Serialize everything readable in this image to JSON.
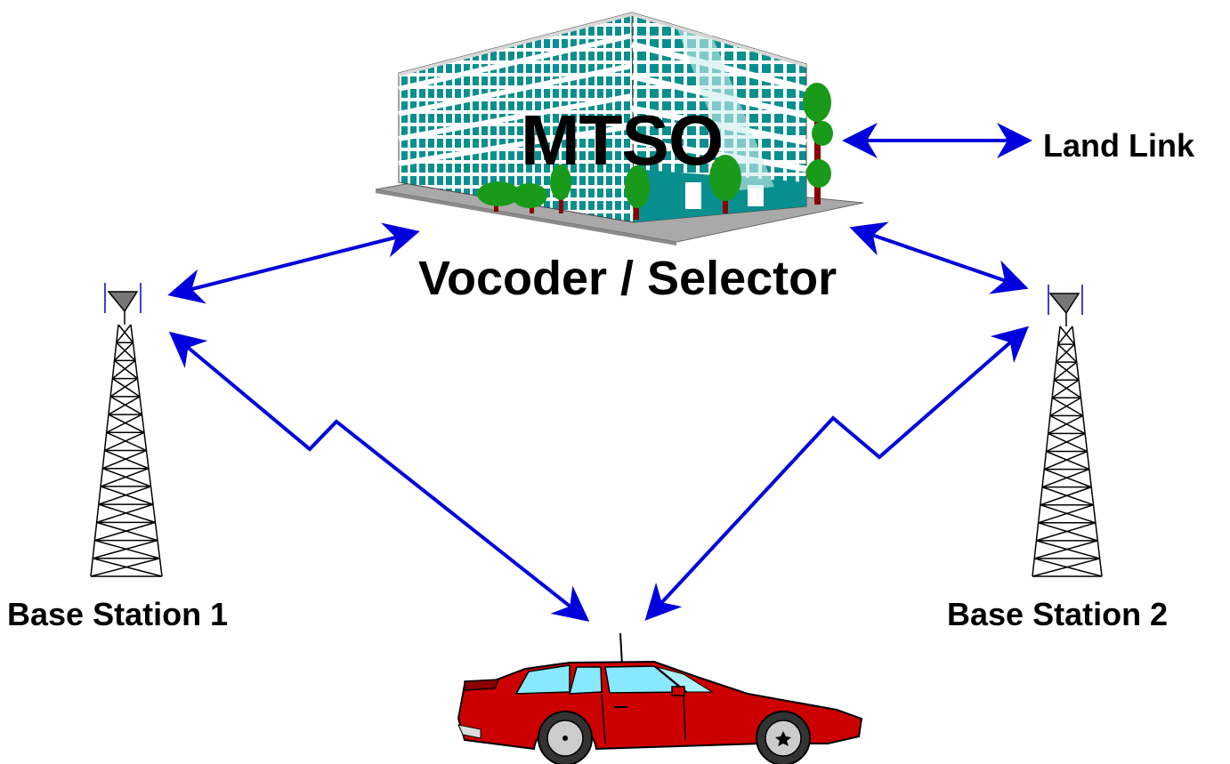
{
  "nodes": {
    "mtso": {
      "label": "MTSO",
      "sublabel": "Vocoder / Selector",
      "icon": "office-building-icon"
    },
    "land_link": {
      "label": "Land Link"
    },
    "base_station_1": {
      "label": "Base Station 1",
      "icon": "radio-tower-icon"
    },
    "base_station_2": {
      "label": "Base Station 2",
      "icon": "radio-tower-icon"
    },
    "mobile": {
      "icon": "car-icon"
    }
  },
  "links": [
    {
      "from": "mtso",
      "to": "land_link",
      "style": "double-arrow"
    },
    {
      "from": "mtso",
      "to": "base_station_1",
      "style": "double-arrow"
    },
    {
      "from": "mtso",
      "to": "base_station_2",
      "style": "double-arrow"
    },
    {
      "from": "base_station_1",
      "to": "mobile",
      "style": "radio-zigzag-double-arrow"
    },
    {
      "from": "base_station_2",
      "to": "mobile",
      "style": "radio-zigzag-double-arrow"
    }
  ],
  "colors": {
    "arrow": "#0000dd",
    "building_wall": "#ffffff",
    "building_windows": "#0a8f8f",
    "tree_foliage": "#1a9a1a",
    "tree_trunk": "#8b0000",
    "car_body": "#cc0000",
    "car_glass": "#88e8ff"
  }
}
